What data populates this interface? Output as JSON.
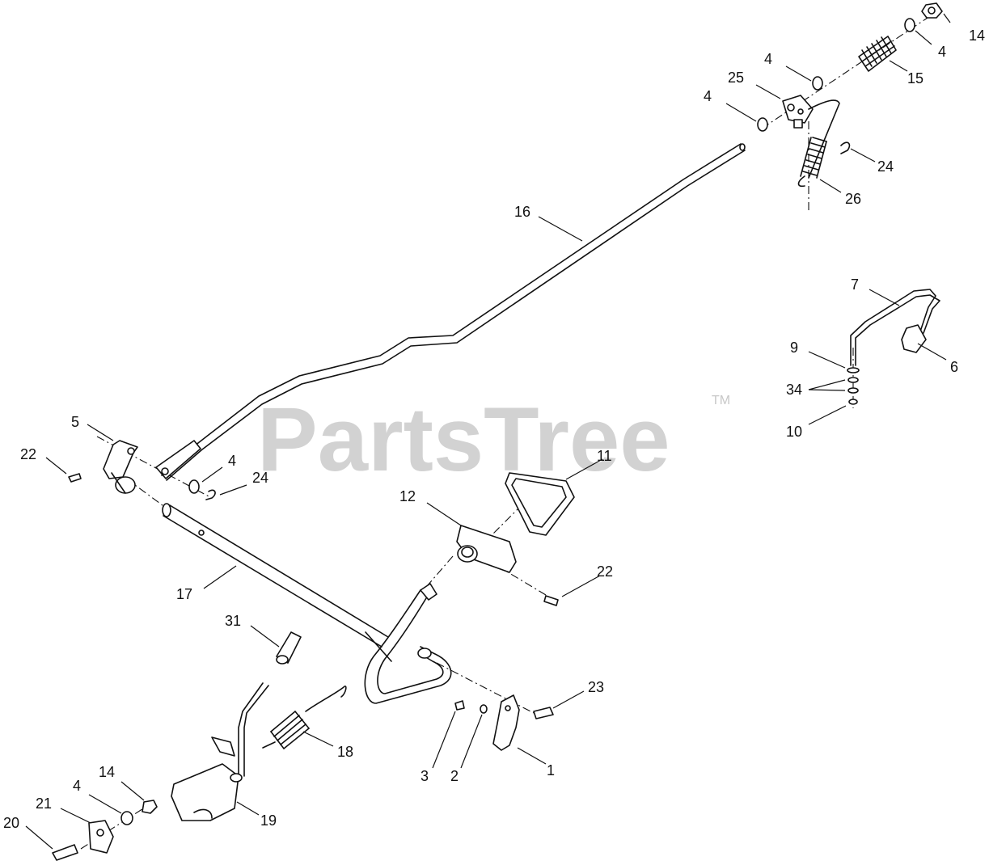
{
  "watermark": {
    "text": "PartsTree",
    "trademark": "TM"
  },
  "callouts": {
    "c14a": "14",
    "c4a": "4",
    "c15": "15",
    "c4b": "4",
    "c25": "25",
    "c4c": "4",
    "c24a": "24",
    "c26": "26",
    "c16": "16",
    "c7": "7",
    "c9": "9",
    "c6": "6",
    "c34": "34",
    "c10": "10",
    "c5": "5",
    "c22a": "22",
    "c4d": "4",
    "c24b": "24",
    "c11": "11",
    "c12": "12",
    "c22b": "22",
    "c17": "17",
    "c31": "31",
    "c23": "23",
    "c18": "18",
    "c3": "3",
    "c2": "2",
    "c1": "1",
    "c14b": "14",
    "c4e": "4",
    "c21": "21",
    "c19": "19",
    "c20": "20"
  }
}
